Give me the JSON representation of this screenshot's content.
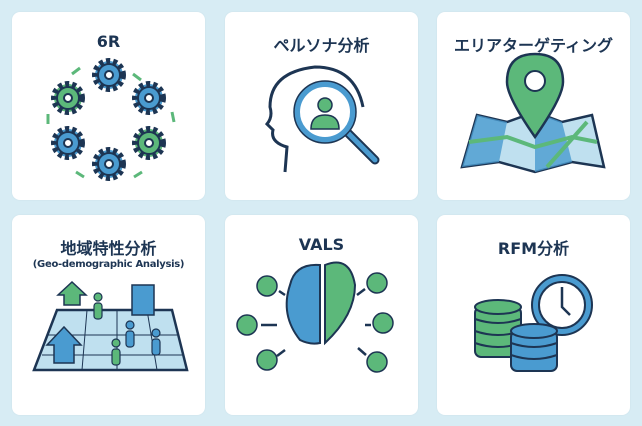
{
  "colors": {
    "background": "#d7ecf4",
    "navy": "#1d3553",
    "blue": "#4a9bd0",
    "green": "#5cb87a",
    "light_blue": "#bfe0ef"
  },
  "cards": [
    {
      "title": "6R",
      "icon": "gears-cycle-icon"
    },
    {
      "title": "ペルソナ分析",
      "icon": "head-magnifier-icon"
    },
    {
      "title": "エリアターゲティング",
      "icon": "map-pin-icon"
    },
    {
      "title": "地域特性分析",
      "subtitle": "(Geo-demographic Analysis)",
      "icon": "city-map-people-icon"
    },
    {
      "title": "VALS",
      "icon": "brain-heart-icon"
    },
    {
      "title": "RFM分析",
      "icon": "coins-clock-icon"
    }
  ]
}
